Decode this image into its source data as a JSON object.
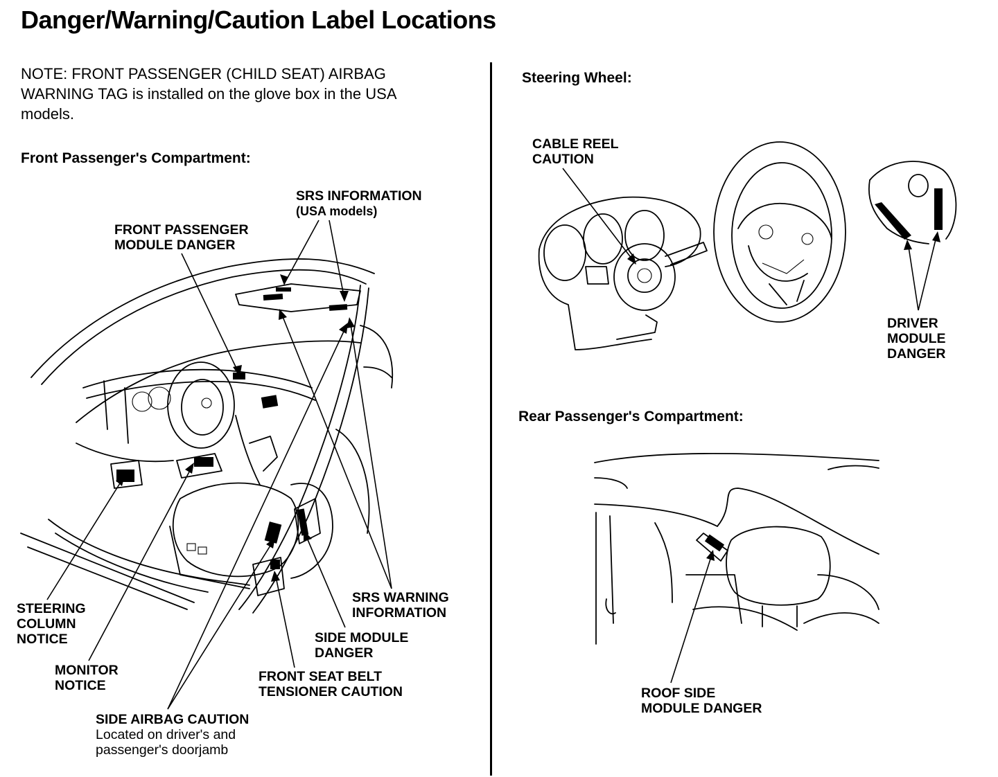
{
  "title": "Danger/Warning/Caution Label Locations",
  "note": {
    "lines": [
      "NOTE: FRONT PASSENGER (CHILD SEAT) AIRBAG",
      "WARNING TAG is installed on the glove box in the USA",
      "models."
    ]
  },
  "sections": {
    "front": "Front Passenger's Compartment:",
    "steering": "Steering Wheel:",
    "rear": "Rear Passenger's Compartment:"
  },
  "labels": {
    "srs_info": [
      "SRS INFORMATION",
      "(USA models)"
    ],
    "front_module": [
      "FRONT PASSENGER",
      "MODULE DANGER"
    ],
    "steering_column": [
      "STEERING",
      "COLUMN",
      "NOTICE"
    ],
    "monitor": [
      "MONITOR",
      "NOTICE"
    ],
    "side_airbag": [
      "SIDE AIRBAG CAUTION",
      "Located on driver's and",
      "passenger's doorjamb"
    ],
    "seat_belt": [
      "FRONT SEAT BELT",
      "TENSIONER CAUTION"
    ],
    "side_module": [
      "SIDE MODULE",
      "DANGER"
    ],
    "srs_warning": [
      "SRS WARNING",
      "INFORMATION"
    ],
    "cable_reel": [
      "CABLE REEL",
      "CAUTION"
    ],
    "driver_module": [
      "DRIVER",
      "MODULE",
      "DANGER"
    ],
    "roof_side": [
      "ROOF SIDE",
      "MODULE DANGER"
    ]
  }
}
